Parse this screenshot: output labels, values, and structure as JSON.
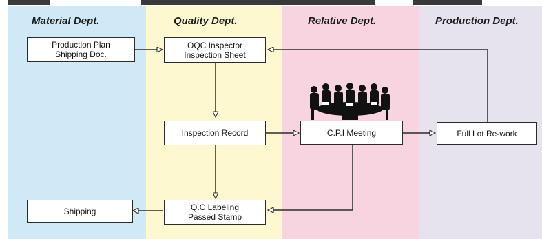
{
  "lanes": {
    "material": "Material Dept.",
    "quality": "Quality Dept.",
    "relative": "Relative Dept.",
    "production": "Production Dept."
  },
  "nodes": {
    "production_plan": {
      "line1": "Production Plan",
      "line2": "Shipping Doc."
    },
    "oqc_inspector": {
      "line1": "OQC Inspector",
      "line2": "Inspection Sheet"
    },
    "inspection_record": {
      "line1": "Inspection Record"
    },
    "cpi_meeting": {
      "line1": "C.P.I Meeting"
    },
    "full_lot_rework": {
      "line1": "Full Lot Re-work"
    },
    "qc_labeling": {
      "line1": "Q.C Labeling",
      "line2": "Passed Stamp"
    },
    "shipping": {
      "line1": "Shipping"
    }
  },
  "colors": {
    "material_lane": "#cfe9f7",
    "quality_lane": "#fdf8cf",
    "relative_lane": "#f7d4e0",
    "production_lane": "#e6e3ef",
    "stroke": "#2b2b2b"
  },
  "icons": {
    "meeting": "meeting-people-icon"
  }
}
